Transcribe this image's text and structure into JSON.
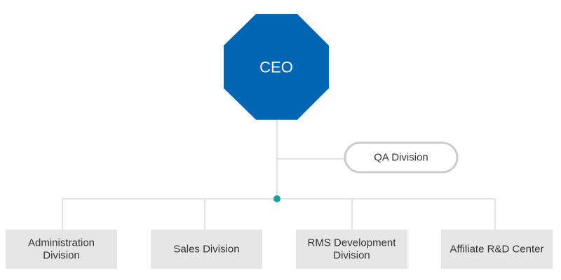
{
  "org_chart": {
    "ceo": {
      "label": "CEO",
      "color": "#0066b3"
    },
    "staff_unit": {
      "label": "QA Division",
      "border_color": "#cccccc"
    },
    "junction_color": "#13a39a",
    "divisions": [
      {
        "lines": [
          "Administration",
          "Division"
        ]
      },
      {
        "lines": [
          "Sales Division"
        ]
      },
      {
        "lines": [
          "RMS Development",
          "Division"
        ]
      },
      {
        "lines": [
          "Affiliate R&D Center"
        ]
      }
    ],
    "division_box_color": "#e6e6e6",
    "line_color": "#c8c8c8"
  }
}
